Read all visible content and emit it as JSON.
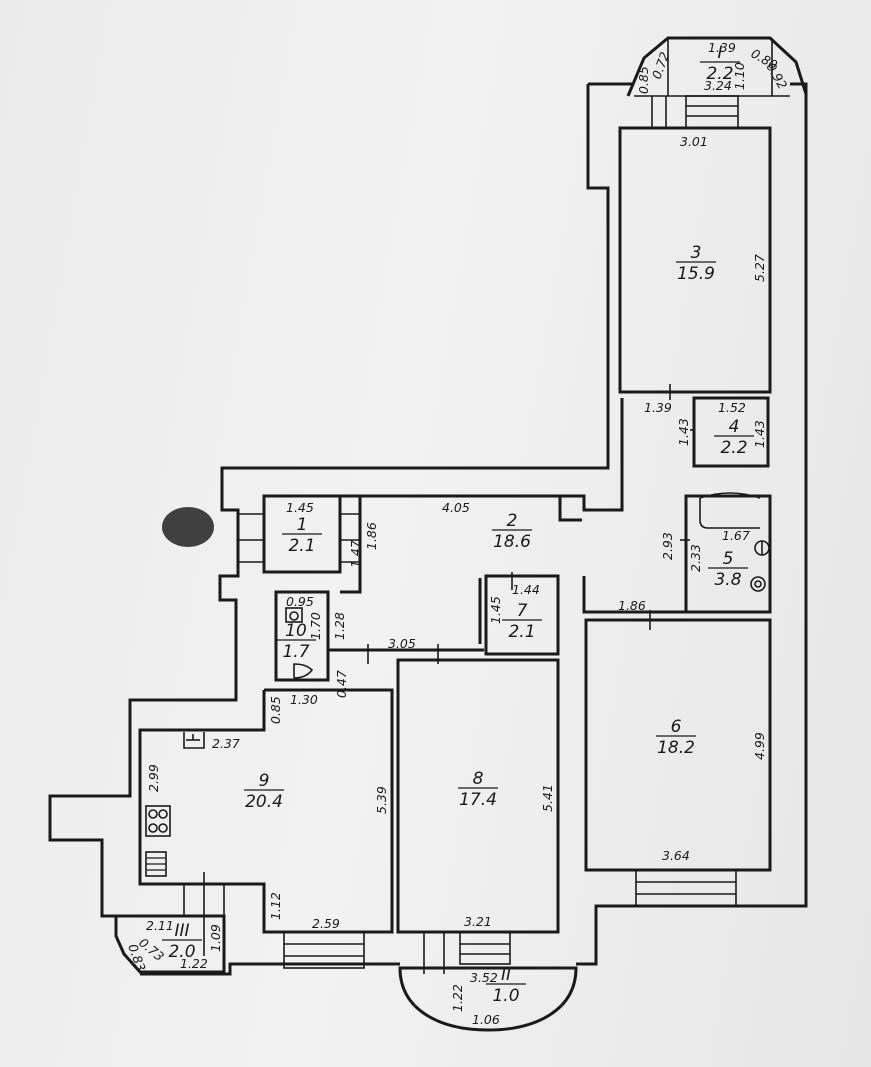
{
  "rooms": [
    {
      "id": "1",
      "number": "1",
      "area": "2.1"
    },
    {
      "id": "2",
      "number": "2",
      "area": "18.6"
    },
    {
      "id": "3",
      "number": "3",
      "area": "15.9"
    },
    {
      "id": "4",
      "number": "4",
      "area": "2.2"
    },
    {
      "id": "5",
      "number": "5",
      "area": "3.8"
    },
    {
      "id": "6",
      "number": "6",
      "area": "18.2"
    },
    {
      "id": "7",
      "number": "7",
      "area": "2.1"
    },
    {
      "id": "8",
      "number": "8",
      "area": "17.4"
    },
    {
      "id": "9",
      "number": "9",
      "area": "20.4"
    },
    {
      "id": "10",
      "number": "10",
      "area": "1.7"
    },
    {
      "id": "I",
      "number": "I",
      "area": "2.2"
    },
    {
      "id": "II",
      "number": "II",
      "area": "1.0"
    },
    {
      "id": "III",
      "number": "III",
      "area": "2.0"
    }
  ],
  "dimensions": {
    "b1_085": "0.85",
    "b1_072": "0.72",
    "b1_139": "1.39",
    "b1_080": "0.80",
    "b1_092": "0.92",
    "b1_110": "1.10",
    "b1_324": "3.24",
    "r3_top": "3.01",
    "r3_side": "5.27",
    "r4_139": "1.39",
    "r4_143a": "1.43",
    "r4_152": "1.52",
    "r4_143b": "1.43",
    "r5_293": "2.93",
    "r5_233": "2.33",
    "r5_167": "1.67",
    "r6_186": "1.86",
    "r6_side": "4.99",
    "r6_bottom": "3.64",
    "r1_145": "1.45",
    "r1_147": "1.47",
    "r2_186": "1.86",
    "r2_405": "4.05",
    "r7_144": "1.44",
    "r7_145": "1.45",
    "r10_095": "0.95",
    "r10_170": "1.70",
    "r10_128": "1.28",
    "r2_305": "3.05",
    "r2_047": "0.47",
    "r9_130": "1.30",
    "r9_085": "0.85",
    "r9_237": "2.37",
    "r9_299": "2.99",
    "r9_539": "5.39",
    "r9_112": "1.12",
    "r9_259": "2.59",
    "r8_541": "5.41",
    "r8_321": "3.21",
    "b2_352": "3.52",
    "b2_122": "1.22",
    "b2_106": "1.06",
    "b3_211": "2.11",
    "b3_083": "0.83",
    "b3_073": "0.73",
    "b3_109": "1.09",
    "b3_122": "1.22"
  }
}
